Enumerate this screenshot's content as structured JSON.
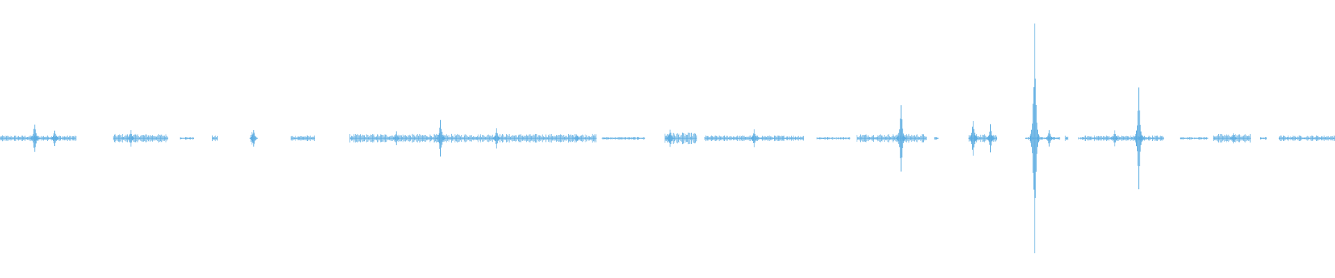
{
  "waveform": {
    "color": "#5dade2",
    "background": "#ffffff",
    "segments": [
      {
        "start": 0.0,
        "end": 0.057,
        "level": 0.02
      },
      {
        "start": 0.085,
        "end": 0.126,
        "level": 0.03
      },
      {
        "start": 0.135,
        "end": 0.145,
        "level": 0.01
      },
      {
        "start": 0.159,
        "end": 0.163,
        "level": 0.02
      },
      {
        "start": 0.188,
        "end": 0.191,
        "level": 0.05
      },
      {
        "start": 0.218,
        "end": 0.236,
        "level": 0.02
      },
      {
        "start": 0.262,
        "end": 0.447,
        "level": 0.03
      },
      {
        "start": 0.451,
        "end": 0.483,
        "level": 0.01
      },
      {
        "start": 0.498,
        "end": 0.522,
        "level": 0.04
      },
      {
        "start": 0.528,
        "end": 0.602,
        "level": 0.02
      },
      {
        "start": 0.612,
        "end": 0.637,
        "level": 0.01
      },
      {
        "start": 0.642,
        "end": 0.694,
        "level": 0.03
      },
      {
        "start": 0.7,
        "end": 0.703,
        "level": 0.01
      },
      {
        "start": 0.726,
        "end": 0.747,
        "level": 0.03
      },
      {
        "start": 0.768,
        "end": 0.794,
        "level": 0.01
      },
      {
        "start": 0.798,
        "end": 0.8,
        "level": 0.02
      },
      {
        "start": 0.808,
        "end": 0.812,
        "level": 0.01
      },
      {
        "start": 0.812,
        "end": 0.872,
        "level": 0.02
      },
      {
        "start": 0.884,
        "end": 0.905,
        "level": 0.01
      },
      {
        "start": 0.909,
        "end": 0.937,
        "level": 0.03
      },
      {
        "start": 0.944,
        "end": 0.949,
        "level": 0.01
      },
      {
        "start": 0.958,
        "end": 1.0,
        "level": 0.02
      }
    ],
    "peaks": [
      {
        "at": 0.026,
        "level": 0.15
      },
      {
        "at": 0.041,
        "level": 0.08
      },
      {
        "at": 0.098,
        "level": 0.07
      },
      {
        "at": 0.19,
        "level": 0.09
      },
      {
        "at": 0.297,
        "level": 0.06
      },
      {
        "at": 0.33,
        "level": 0.19
      },
      {
        "at": 0.372,
        "level": 0.1
      },
      {
        "at": 0.432,
        "level": 0.04
      },
      {
        "at": 0.502,
        "level": 0.09
      },
      {
        "at": 0.565,
        "level": 0.08
      },
      {
        "at": 0.675,
        "level": 0.33
      },
      {
        "at": 0.729,
        "level": 0.18
      },
      {
        "at": 0.742,
        "level": 0.12
      },
      {
        "at": 0.775,
        "level": 1.0
      },
      {
        "at": 0.786,
        "level": 0.08
      },
      {
        "at": 0.835,
        "level": 0.07
      },
      {
        "at": 0.853,
        "level": 0.45
      },
      {
        "at": 0.924,
        "level": 0.05
      }
    ]
  }
}
